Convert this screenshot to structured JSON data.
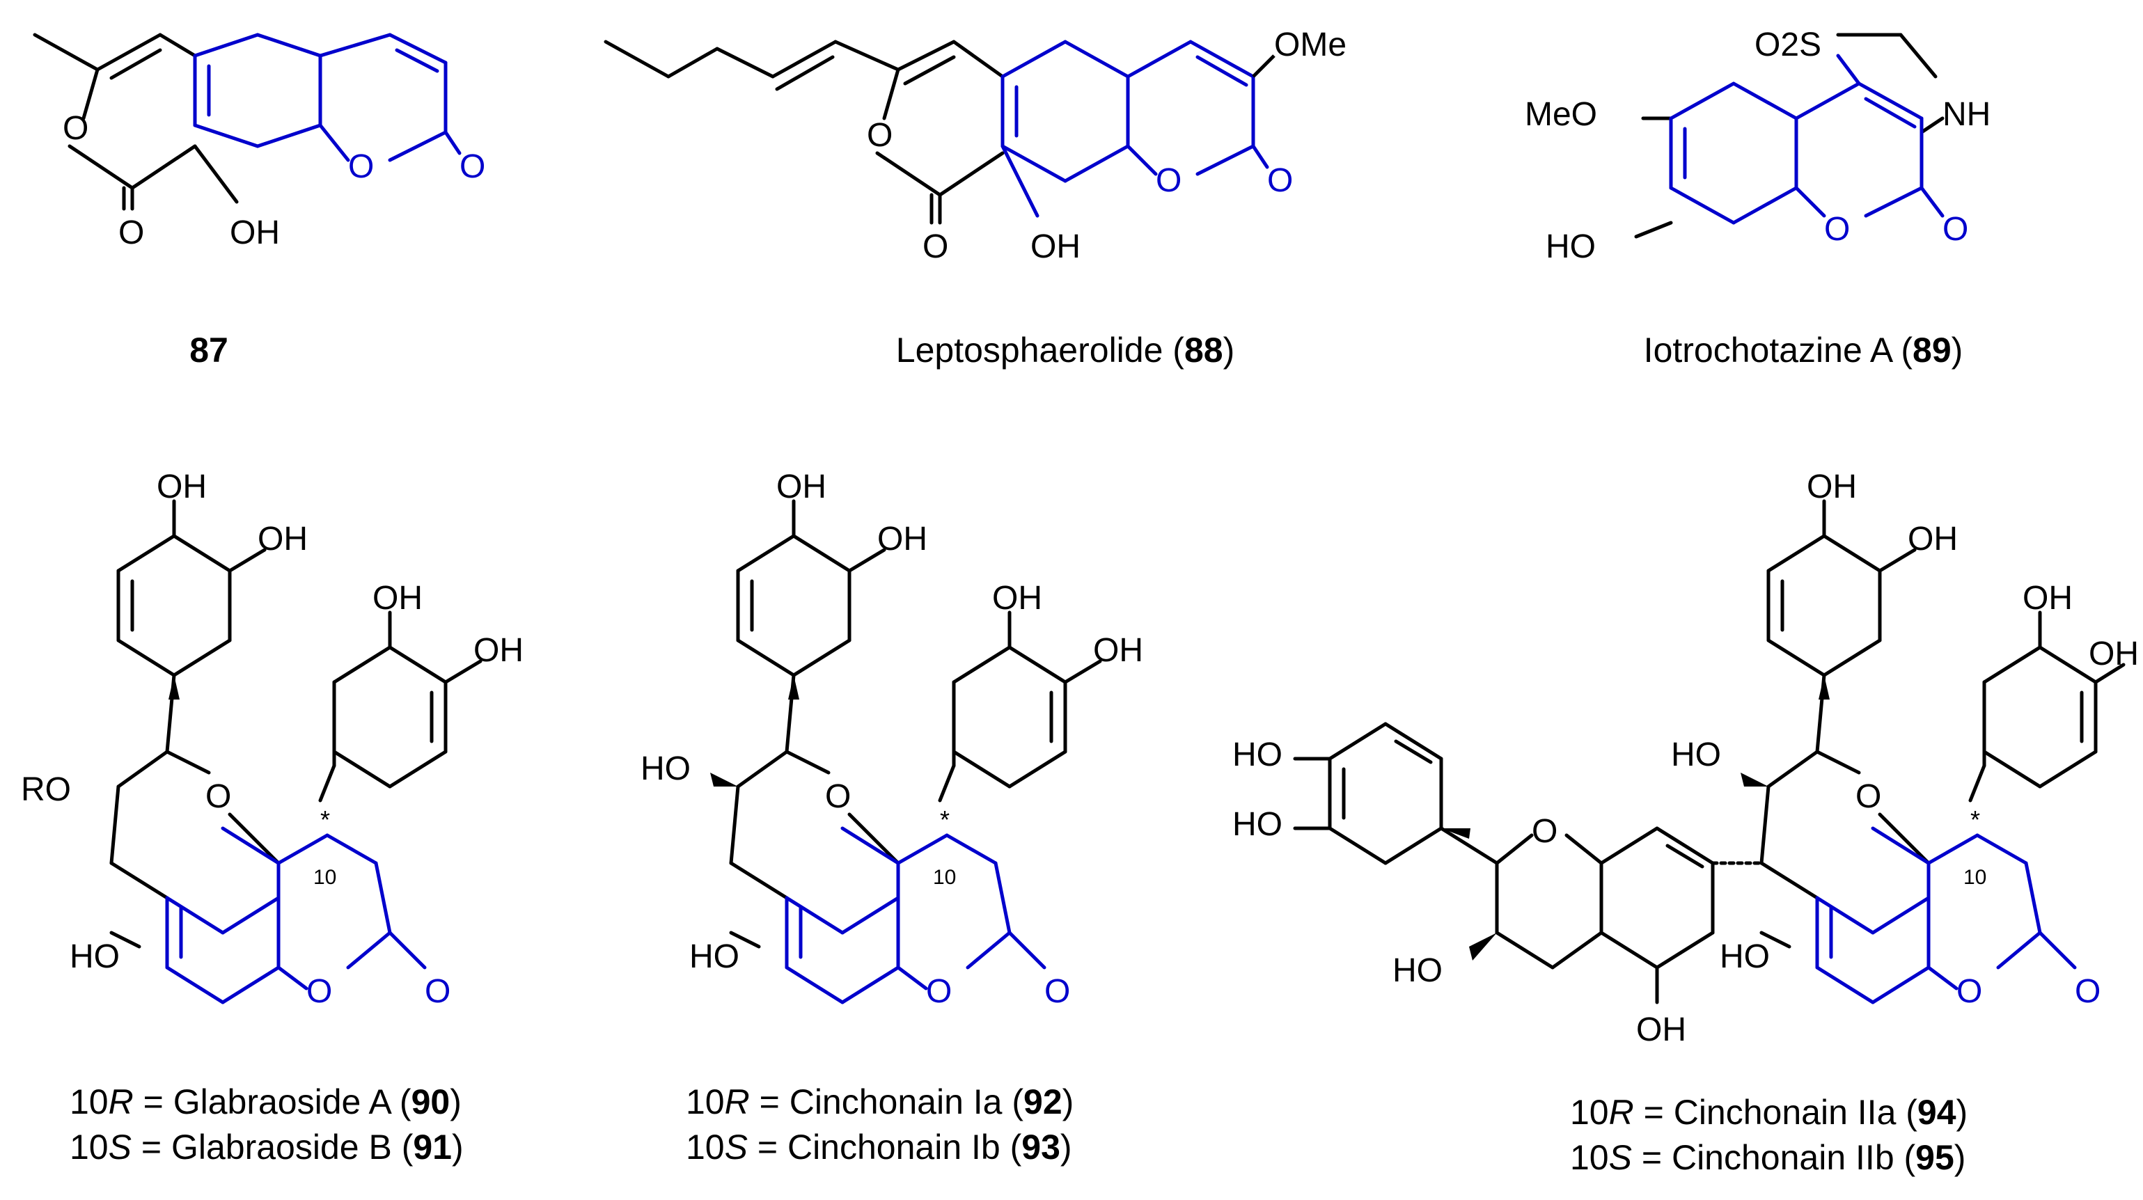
{
  "colors": {
    "scaffold": "#0000cc",
    "bond": "#000000",
    "background": "#ffffff"
  },
  "compounds": [
    {
      "id": "87",
      "caption_prefix": "",
      "number": "87",
      "caption_suffix": "",
      "atom_labels": [
        "O",
        "O",
        "OH",
        "O",
        "O"
      ]
    },
    {
      "id": "88",
      "caption_prefix": "Leptosphaerolide (",
      "number": "88",
      "caption_suffix": ")",
      "atom_labels": [
        "OMe",
        "O",
        "O",
        "OH",
        "O",
        "O"
      ]
    },
    {
      "id": "89",
      "caption_prefix": "Iotrochotazine A (",
      "number": "89",
      "caption_suffix": ")",
      "atom_labels": [
        "O2S",
        "NH",
        "MeO",
        "HO",
        "O",
        "O"
      ]
    },
    {
      "id": "90-91",
      "captions": [
        {
          "prefix": "10",
          "config": "R",
          "name": " = Glabraoside A (",
          "number": "90",
          "suffix": ")"
        },
        {
          "prefix": "10",
          "config": "S",
          "name": " = Glabraoside B (",
          "number": "91",
          "suffix": ")"
        }
      ],
      "atom_labels": [
        "OH",
        "OH",
        "OH",
        "OH",
        "RO",
        "O",
        "HO",
        "O",
        "O",
        "*",
        "10"
      ]
    },
    {
      "id": "92-93",
      "captions": [
        {
          "prefix": "10",
          "config": "R",
          "name": " = Cinchonain Ia (",
          "number": "92",
          "suffix": ")"
        },
        {
          "prefix": "10",
          "config": "S",
          "name": " = Cinchonain Ib (",
          "number": "93",
          "suffix": ")"
        }
      ],
      "atom_labels": [
        "OH",
        "OH",
        "OH",
        "OH",
        "HO",
        "O",
        "HO",
        "O",
        "O",
        "*",
        "10"
      ]
    },
    {
      "id": "94-95",
      "captions": [
        {
          "prefix": "10",
          "config": "R",
          "name": " = Cinchonain IIa (",
          "number": "94",
          "suffix": ")"
        },
        {
          "prefix": "10",
          "config": "S",
          "name": " = Cinchonain IIb (",
          "number": "95",
          "suffix": ")"
        }
      ],
      "atom_labels": [
        "OH",
        "OH",
        "OH",
        "OH",
        "HO",
        "HO",
        "HO",
        "O",
        "HO",
        "OH",
        "O",
        "HO",
        "O",
        "O",
        "*",
        "10"
      ]
    }
  ]
}
